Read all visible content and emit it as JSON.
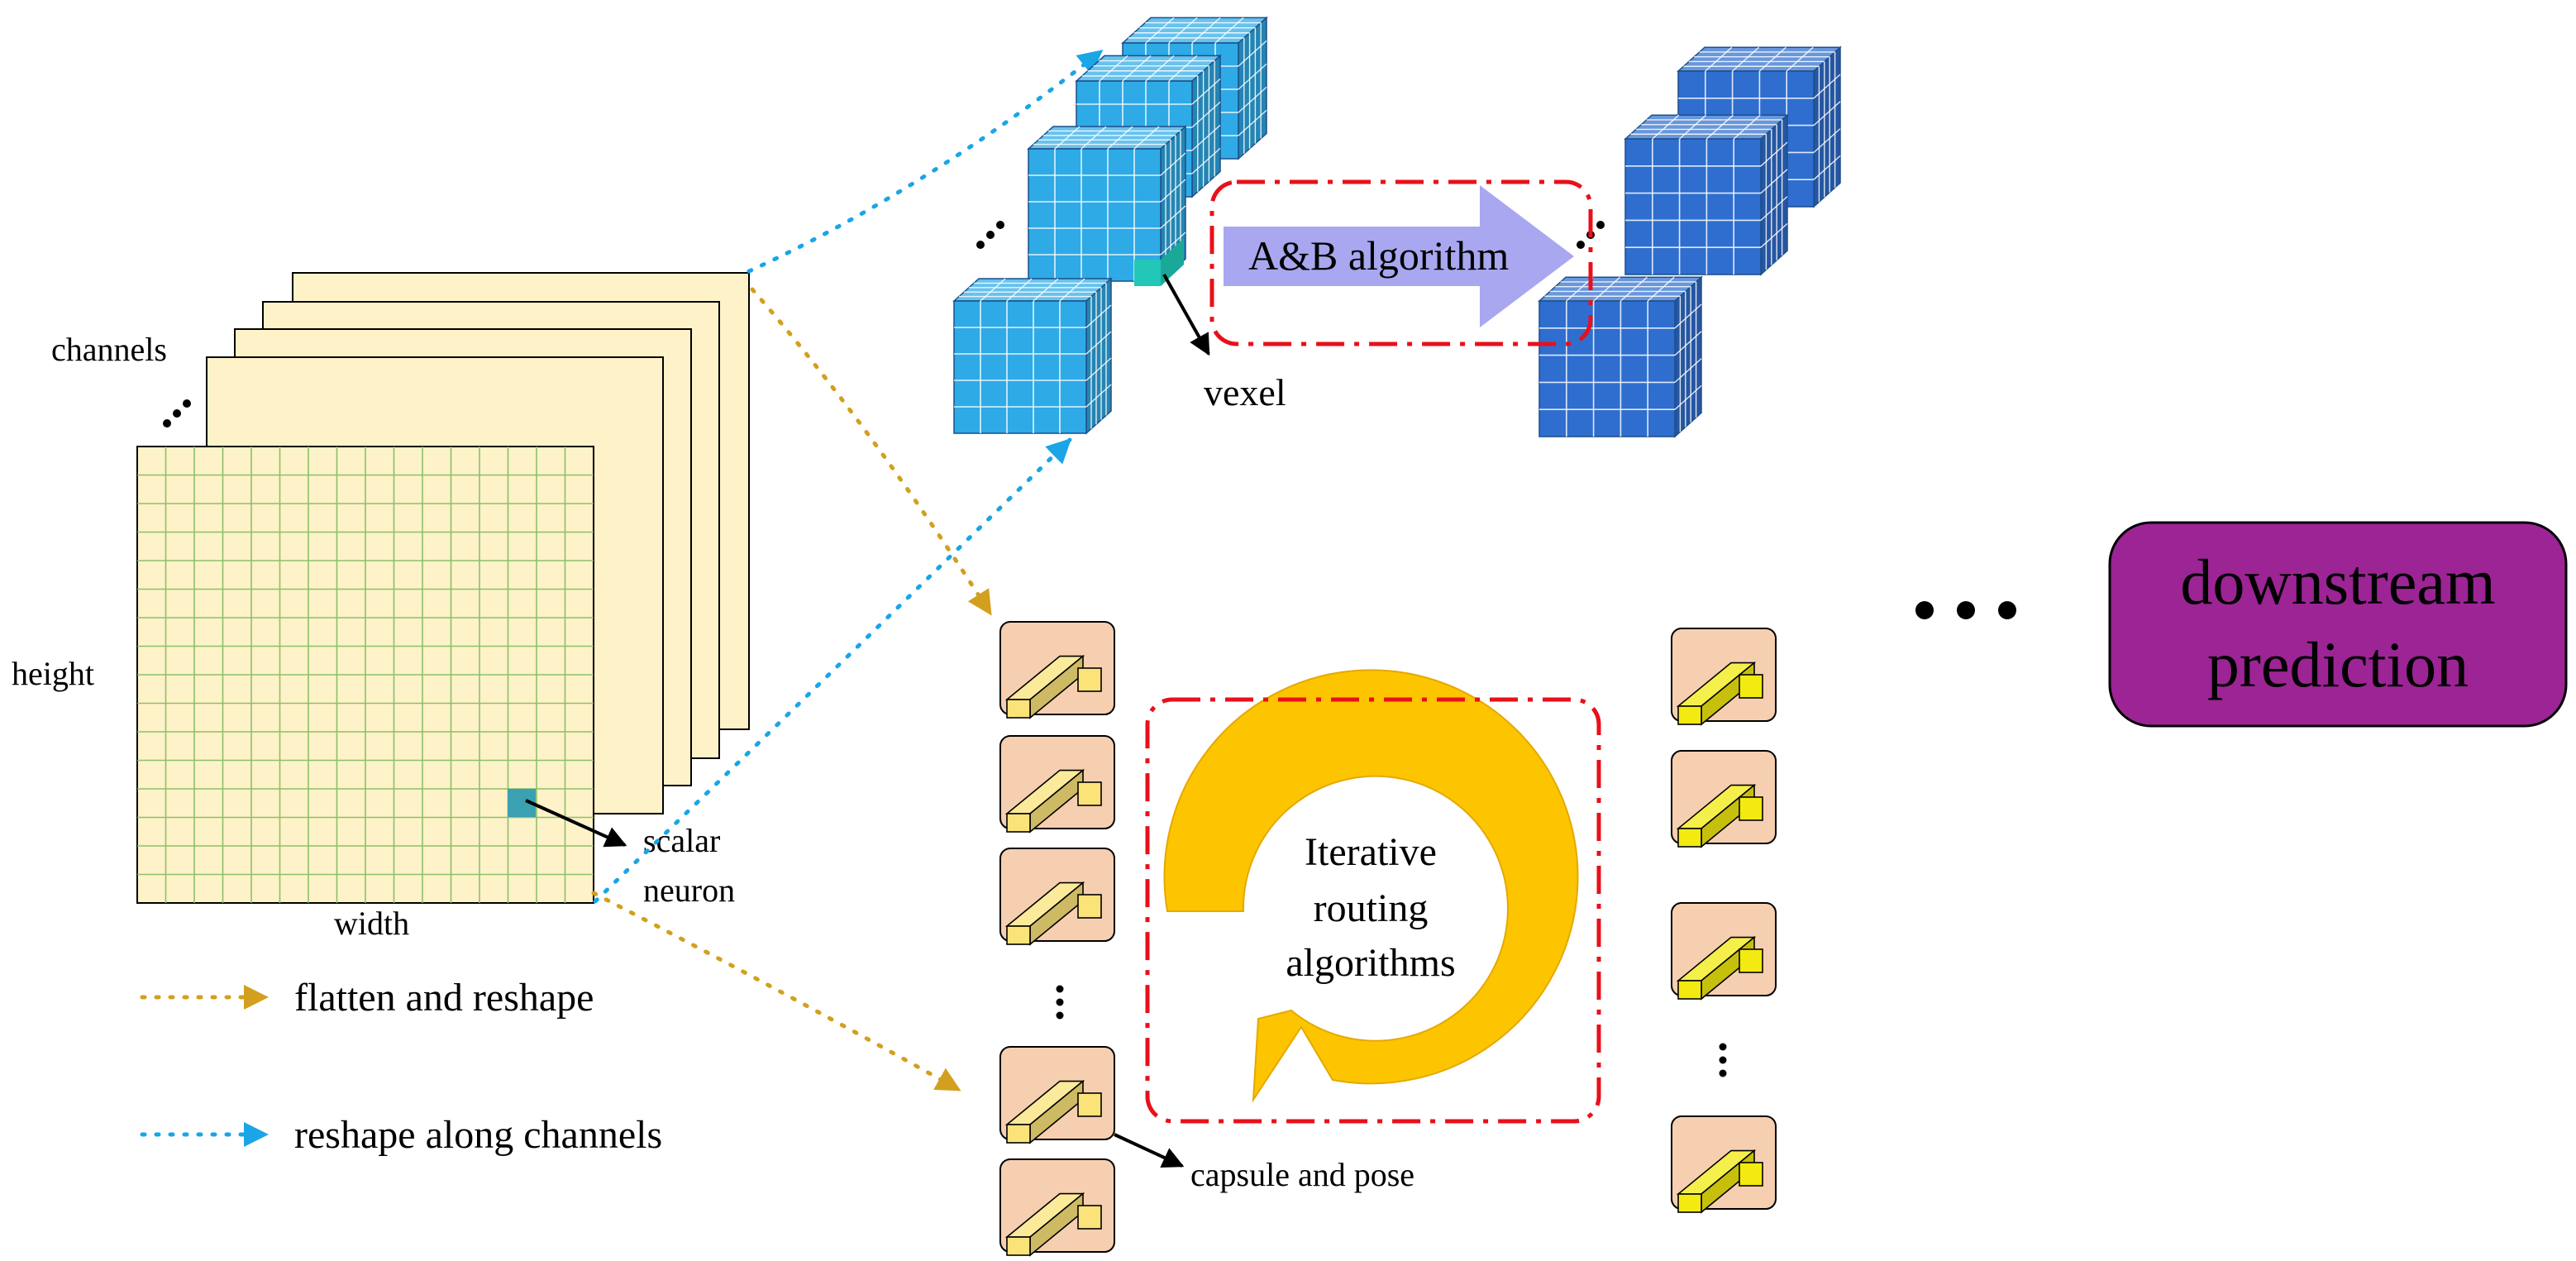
{
  "labels": {
    "channels": "channels",
    "height": "height",
    "width": "width",
    "scalar": "scalar",
    "neuron": "neuron",
    "vexel": "vexel",
    "ab_algorithm": "A&B algorithm",
    "iterative": "Iterative",
    "routing": "routing",
    "algorithms": "algorithms",
    "capsule_and_pose": "capsule and pose",
    "downstream": "downstream",
    "prediction": "prediction"
  },
  "legend": {
    "flatten": "flatten  and reshape",
    "reshape": "reshape along channels"
  },
  "colors": {
    "feature_map_fill": "#fdf2c8",
    "feature_grid": "#8dbf6a",
    "scalar_neuron": "#3aa0b2",
    "cube_light": "#2eaae6",
    "cube_dark": "#2f6ecf",
    "vexel_highlight": "#22c7b8",
    "ab_arrow": "#a9a7f0",
    "dashed_red": "#e8101a",
    "capsule_tile": "#f6cfb0",
    "capsule_light": "#fbe37a",
    "capsule_bright": "#f2ea10",
    "routing_arrow": "#fdc500",
    "downstream_box": "#9c2495",
    "dotted_gold": "#d2a01e",
    "dotted_blue": "#1aa5e6"
  }
}
